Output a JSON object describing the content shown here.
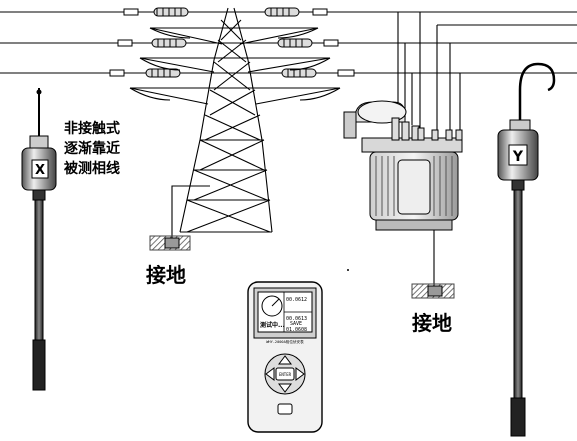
{
  "annotation": {
    "lines": [
      "非接触式",
      "逐渐靠近",
      "被测相线"
    ]
  },
  "ground_label_tower": "接地",
  "ground_label_transformer": "接地",
  "sensor_left": {
    "label": "X"
  },
  "sensor_right": {
    "label": "Y"
  },
  "meter": {
    "reading_top": "00.0612",
    "reading_bottom": "00.0613",
    "status_text": "测试中...",
    "save_label": "SAVE",
    "sub_label": "01.0608",
    "header_strip": "WHY-2000A相位伏安表",
    "center_key": "ENTER"
  },
  "colors": {
    "line": "#000000",
    "ground_hatch": "#6b6b6b"
  }
}
